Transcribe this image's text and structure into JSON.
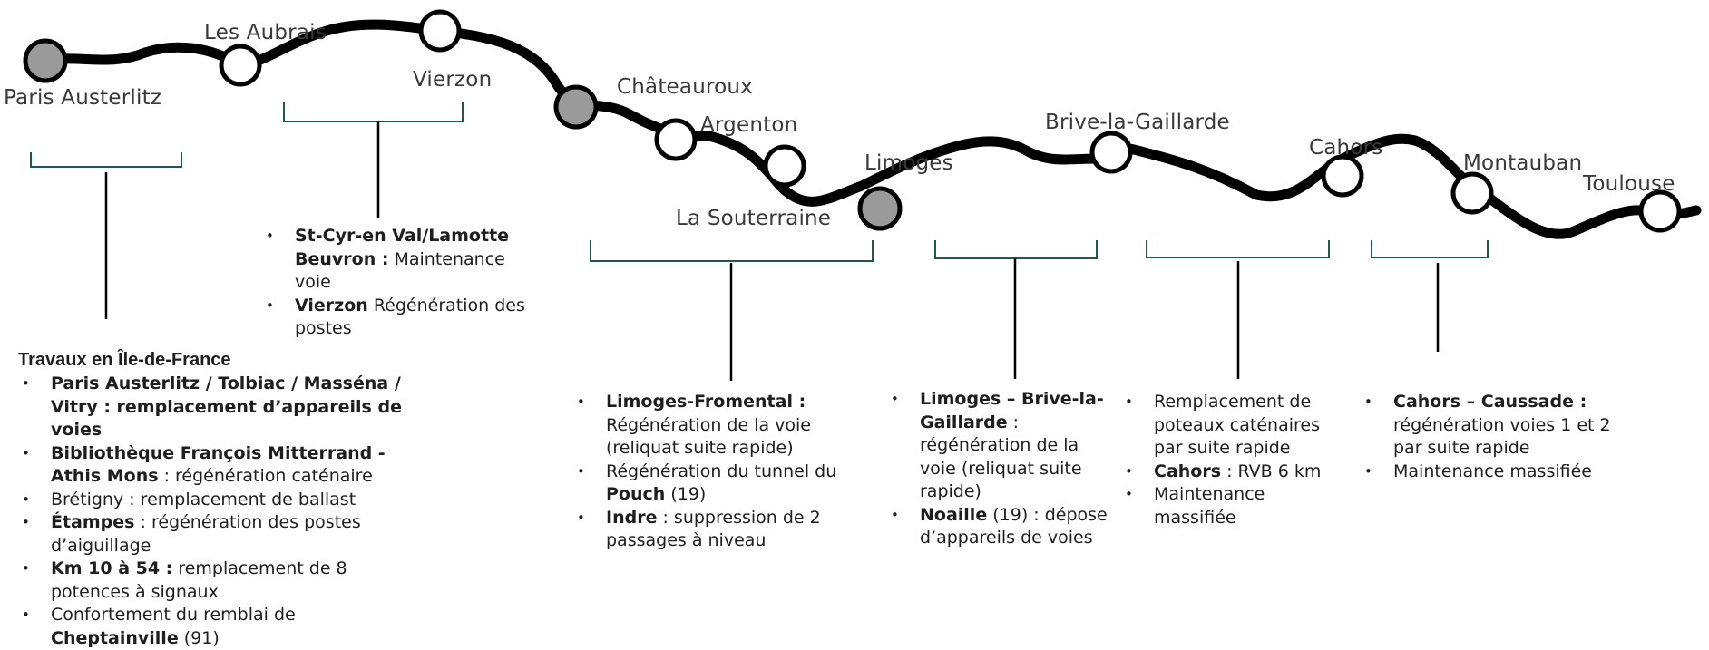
{
  "stations": [
    {
      "id": "paris",
      "name": "Paris Austerlitz",
      "type": "major"
    },
    {
      "id": "aubrais",
      "name": "Les Aubrais",
      "type": "minor"
    },
    {
      "id": "vierzon",
      "name": "Vierzon",
      "type": "minor"
    },
    {
      "id": "chateauroux",
      "name": "Châteauroux",
      "type": "major"
    },
    {
      "id": "argenton",
      "name": "Argenton",
      "type": "minor"
    },
    {
      "id": "souterraine",
      "name": "La Souterraine",
      "type": "minor"
    },
    {
      "id": "limoges",
      "name": "Limoges",
      "type": "major"
    },
    {
      "id": "brive",
      "name": "Brive-la-Gaillarde",
      "type": "minor"
    },
    {
      "id": "cahors",
      "name": "Cahors",
      "type": "minor"
    },
    {
      "id": "montauban",
      "name": "Montauban",
      "type": "minor"
    },
    {
      "id": "toulouse",
      "name": "Toulouse",
      "type": "minor"
    }
  ],
  "colors": {
    "line": "#000000",
    "major_station_fill": "#9a9a9a",
    "minor_station_fill": "#ffffff",
    "bracket": "#1e5a4a",
    "connector": "#000000",
    "text": "#1e1e1e",
    "station_label": "#3a3a3a"
  },
  "sections": {
    "idf": {
      "title": "Travaux en Île-de-France",
      "items": [
        [
          {
            "t": "Paris Austerlitz / Tolbiac / Masséna / Vitry : remplacement d’appareils de voies",
            "b": true
          }
        ],
        [
          {
            "t": "Bibliothèque François Mitterrand - Athis Mons",
            "b": true
          },
          {
            "t": " : régénération caténaire",
            "b": false
          }
        ],
        [
          {
            "t": "Brétigny : remplacement de ballast",
            "b": false
          }
        ],
        [
          {
            "t": "Étampes",
            "b": true
          },
          {
            "t": " : régénération des postes d’aiguillage",
            "b": false
          }
        ],
        [
          {
            "t": "Km 10 à 54 :",
            "b": true
          },
          {
            "t": " remplacement de 8 potences à signaux",
            "b": false
          }
        ],
        [
          {
            "t": "Confortement du remblai de ",
            "b": false
          },
          {
            "t": "Cheptainville",
            "b": true
          },
          {
            "t": " (91)",
            "b": false
          }
        ]
      ]
    },
    "vierzon": {
      "items": [
        [
          {
            "t": "St-Cyr-en Val/Lamotte Beuvron :",
            "b": true
          },
          {
            "t": " Maintenance voie",
            "b": false
          }
        ],
        [
          {
            "t": "Vierzon",
            "b": true
          },
          {
            "t": " Régénération des postes",
            "b": false
          }
        ]
      ]
    },
    "limoges_north": {
      "items": [
        [
          {
            "t": "Limoges-Fromental :",
            "b": true
          },
          {
            "t": " Régénération de la voie (reliquat suite rapide)",
            "b": false
          }
        ],
        [
          {
            "t": "Régénération du tunnel du ",
            "b": false
          },
          {
            "t": "Pouch",
            "b": true
          },
          {
            "t": " (19)",
            "b": false
          }
        ],
        [
          {
            "t": "Indre",
            "b": true
          },
          {
            "t": " : suppression de 2 passages à niveau",
            "b": false
          }
        ]
      ]
    },
    "limoges_brive": {
      "items": [
        [
          {
            "t": "Limoges – Brive-la-Gaillarde",
            "b": true
          },
          {
            "t": " : régénération de la voie (reliquat suite rapide)",
            "b": false
          }
        ],
        [
          {
            "t": "Noaille",
            "b": true
          },
          {
            "t": " (19) : dépose d’appareils de voies",
            "b": false
          }
        ]
      ]
    },
    "brive_cahors": {
      "items": [
        [
          {
            "t": "Remplacement de poteaux caténaires par suite rapide",
            "b": false
          }
        ],
        [
          {
            "t": "Cahors",
            "b": true
          },
          {
            "t": " : RVB 6 km",
            "b": false
          }
        ],
        [
          {
            "t": "Maintenance massifiée",
            "b": false
          }
        ]
      ]
    },
    "cahors_montauban": {
      "items": [
        [
          {
            "t": "Cahors – Caussade :",
            "b": true
          },
          {
            "t": " régénération voies 1 et 2 par suite rapide",
            "b": false
          }
        ],
        [
          {
            "t": "Maintenance massifiée",
            "b": false
          }
        ]
      ]
    }
  }
}
